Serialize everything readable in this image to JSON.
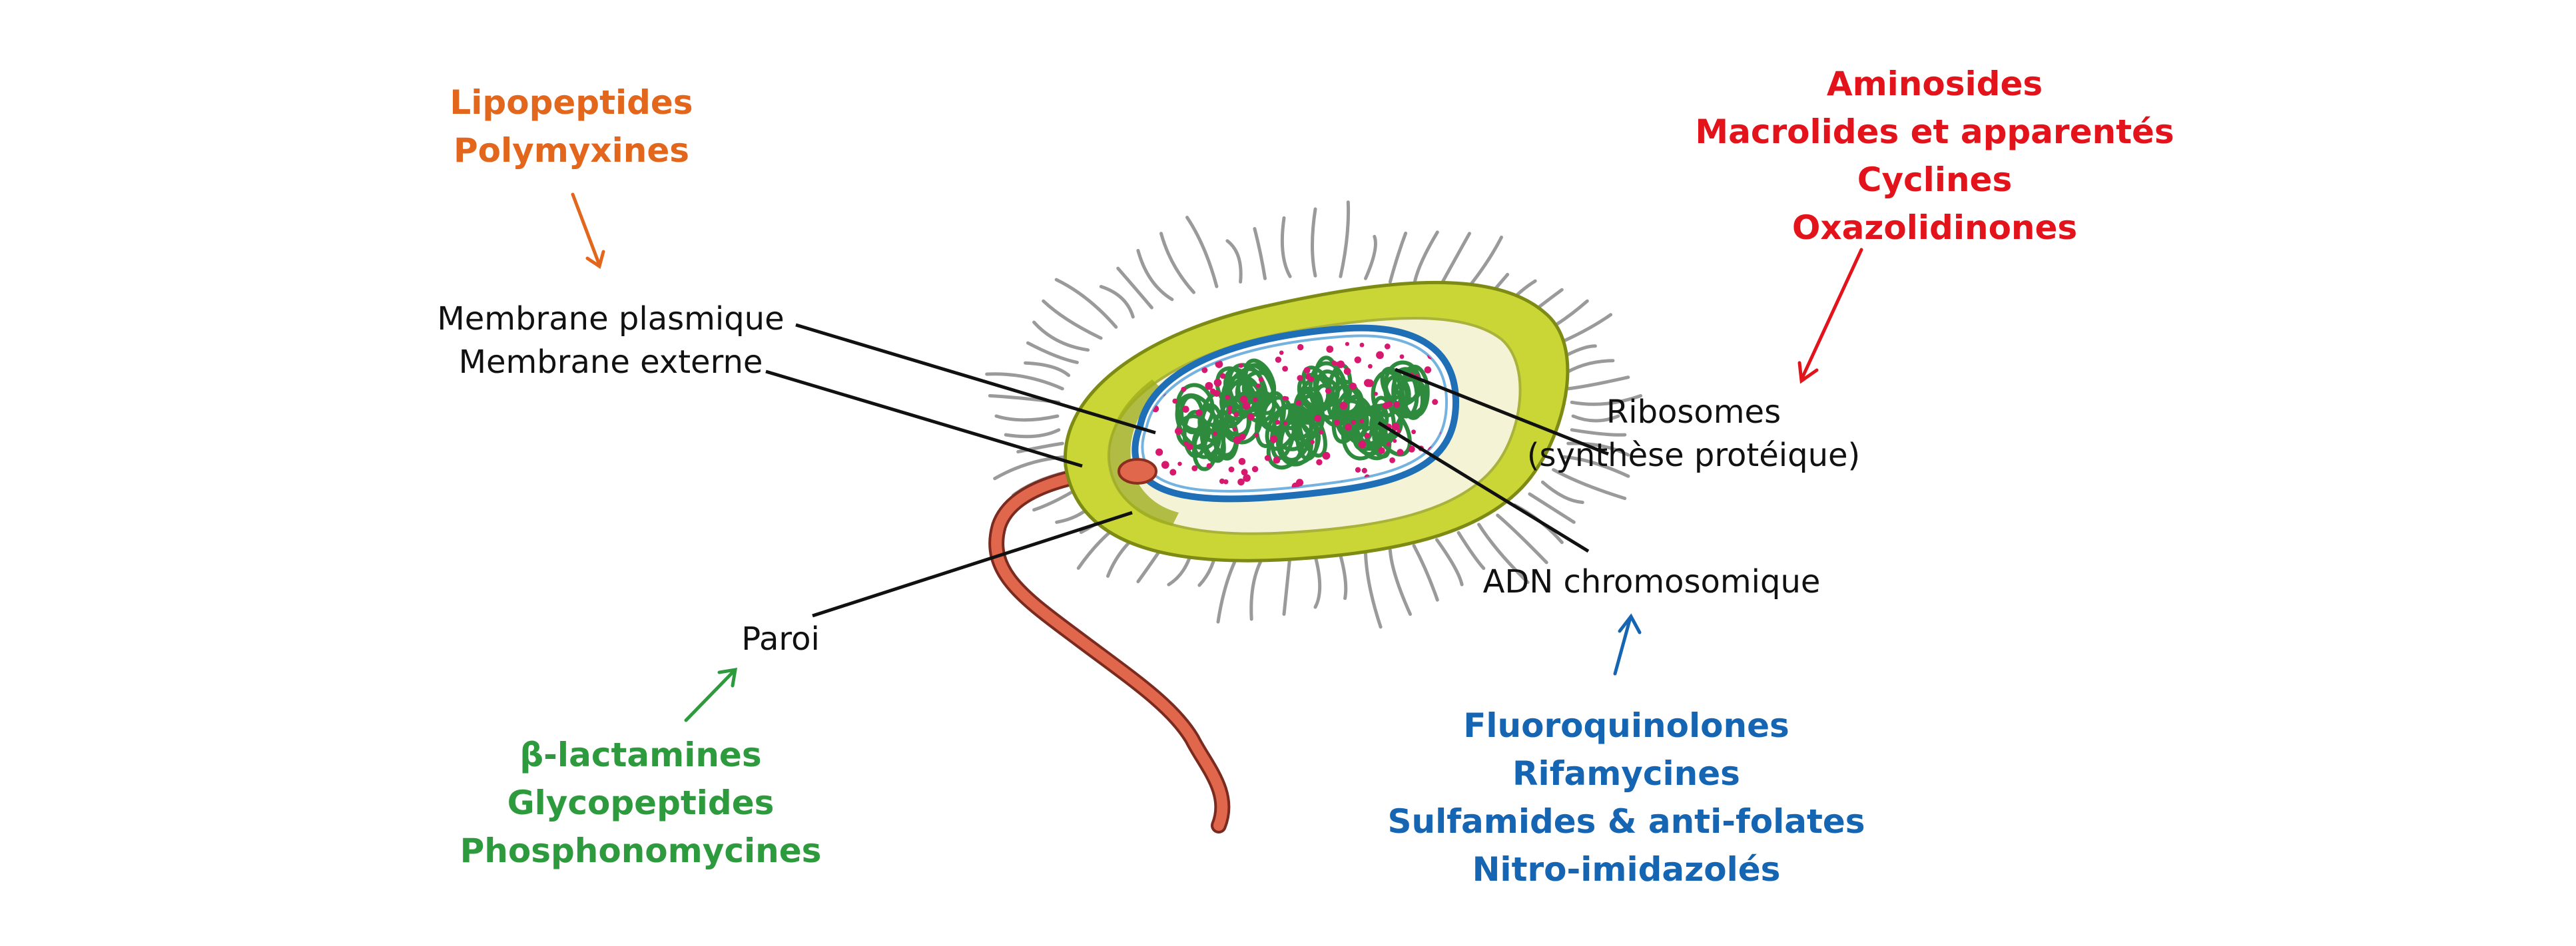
{
  "colors": {
    "membrane_targets": "#e2661c",
    "ribosome_targets": "#e3131b",
    "wall_targets": "#2e9a3e",
    "dna_targets": "#1565b2",
    "label_text": "#111111",
    "cell_wall": "#cad536",
    "flagellum": "#d9533a",
    "dna": "#2e8b3e",
    "ribosomes": "#d6186e",
    "membrane": "#1e6fb5"
  },
  "drug_groups": {
    "membrane": [
      "Lipopeptides",
      "Polymyxines"
    ],
    "ribosome": [
      "Aminosides",
      "Macrolides et apparentés",
      "Cyclines",
      "Oxazolidinones"
    ],
    "wall": [
      "β-lactamines",
      "Glycopeptides",
      "Phosphonomycines"
    ],
    "dna": [
      "Fluoroquinolones",
      "Rifamycines",
      "Sulfamides & anti-folates",
      "Nitro-imidazolés"
    ]
  },
  "structure_labels": {
    "plasma_membrane": "Membrane plasmique",
    "outer_membrane": "Membrane externe",
    "wall": "Paroi",
    "ribosomes": "Ribosomes",
    "ribosomes_sub": "(synthèse protéique)",
    "dna": "ADN chromosomique"
  }
}
